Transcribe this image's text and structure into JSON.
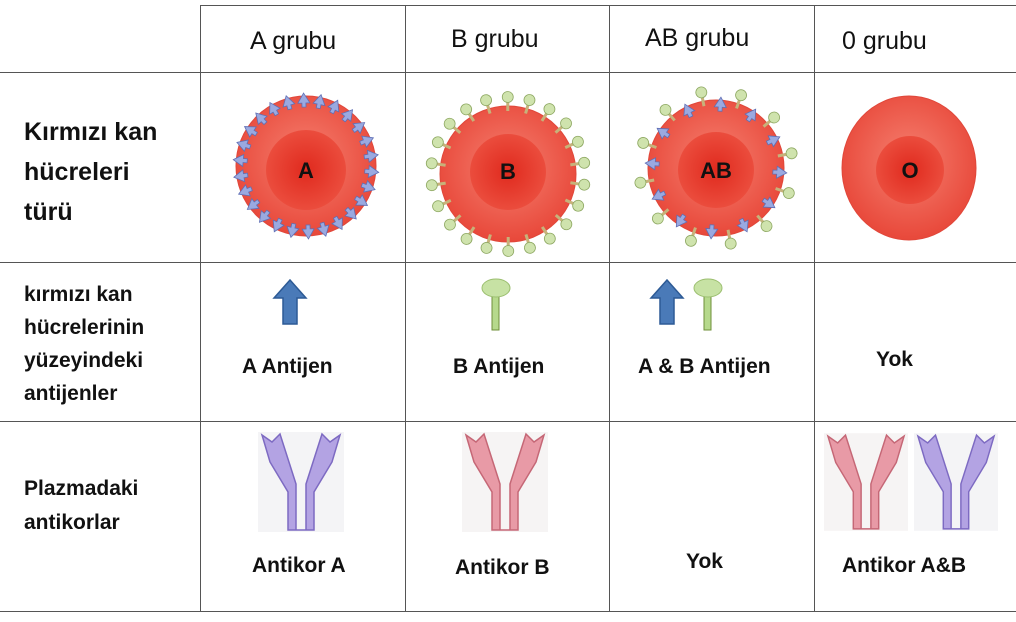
{
  "columns": [
    "A grubu",
    "B grubu",
    "AB grubu",
    "0 grubu"
  ],
  "rows": {
    "cells": "Kırmızı kan\nhücreleri\ntürü",
    "antigens": "kırmızı kan\nhücrelerinin\nyüzeyindeki\nantijenler",
    "antibodies": "Plazmadaki\nantikorlar"
  },
  "cell_letters": [
    "A",
    "B",
    "AB",
    "O"
  ],
  "antigen_labels": [
    "A Antijen",
    "B Antijen",
    "A & B Antijen",
    "Yok"
  ],
  "antibody_labels": [
    "Antikor A",
    "Antikor B",
    "Yok",
    "Antikor A&B"
  ],
  "colors": {
    "cell_outer": "#ee5a4a",
    "cell_inner": "#e83a2c",
    "antigen_a": "#4a7ab8",
    "antigen_b": "#b6d98c",
    "antibody_a": "#a393d6",
    "antibody_b": "#e08a98"
  }
}
